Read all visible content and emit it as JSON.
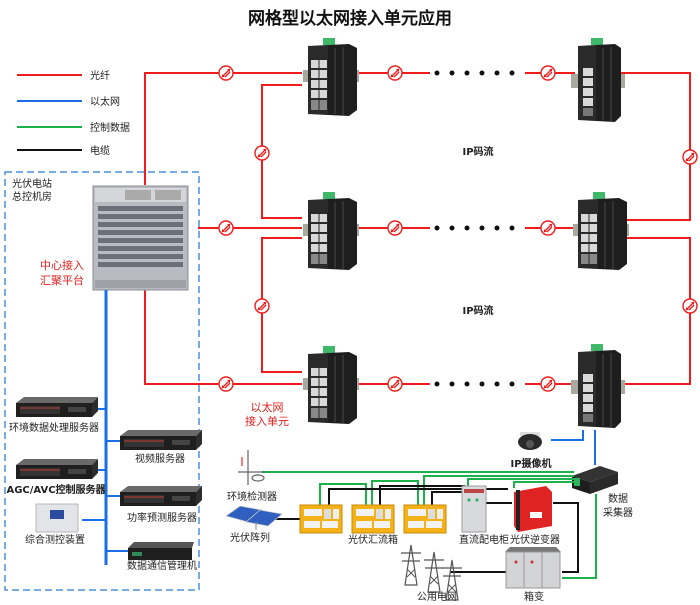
{
  "title": "网格型以太网接入单元应用",
  "colors": {
    "fiber": "#ee1c1c",
    "ethernet": "#1a6fe6",
    "control": "#1db14b",
    "cable": "#111111",
    "room_border": "#4a90e2"
  },
  "legend": [
    {
      "label": "光纤",
      "line": "fiber"
    },
    {
      "label": "以太网",
      "line": "ethernet"
    },
    {
      "label": "控制数据",
      "line": "control"
    },
    {
      "label": "电缆",
      "line": "cable"
    }
  ],
  "control_room": {
    "label_line1": "光伏电站",
    "label_line2": "总控机房",
    "platform_line1": "中心接入",
    "platform_line2": "汇聚平台"
  },
  "servers": {
    "env_data": "环境数据处理服务器",
    "video": "视频服务器",
    "agc_avc": "AGC/AVC控制服务器",
    "power_forecast": "功率预测服务器",
    "monitor_device": "综合测控装置",
    "comm_manager": "数据通信管理机"
  },
  "network": {
    "ip_stream_1": "IP码流",
    "ip_stream_2": "IP码流",
    "ethernet_unit_line1": "以太网",
    "ethernet_unit_line2": "接入单元",
    "ellipsis_rows": 3
  },
  "field": {
    "ip_camera": "IP摄像机",
    "data_collector_line1": "数据",
    "data_collector_line2": "采集器",
    "env_detector": "环境检测器",
    "pv_array": "光伏阵列",
    "combiner_box": "光伏汇流箱",
    "dc_cabinet": "直流配电柜",
    "inverter": "光伏逆变器",
    "public_grid": "公用电网",
    "box_transformer": "箱变"
  }
}
